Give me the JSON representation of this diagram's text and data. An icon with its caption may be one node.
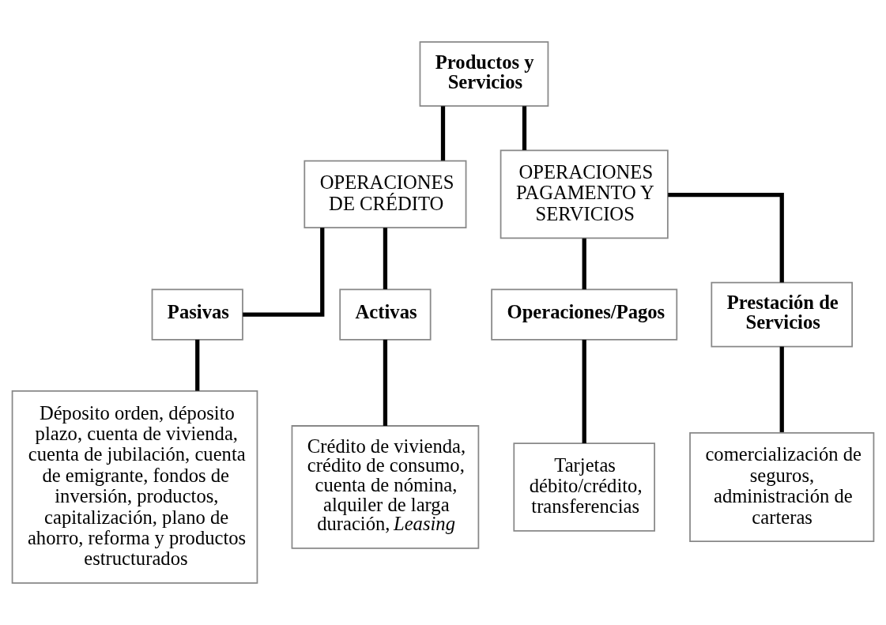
{
  "diagram": {
    "nodes": [
      {
        "text": [
          "Productos y Servicios"
        ]
      },
      {
        "text": [
          "OPERACIONES DE CRÉDITO"
        ]
      },
      {
        "text": [
          "OPERACIONES PAGAMENTO Y SERVICIOS"
        ]
      },
      {
        "text": [
          "Pasivas"
        ]
      },
      {
        "text": [
          "Activas"
        ]
      },
      {
        "text": [
          "Operaciones/Pagos"
        ]
      },
      {
        "text": [
          "Prestación de Servicios"
        ]
      },
      {
        "text": [
          "Déposito orden, déposito plazo, cuenta de vivienda, cuenta de jubilación, cuenta de emigrante, fondos de inversión, productos, capitalización, plano de ahorro, reforma y productos estructurados"
        ]
      },
      {
        "text": [
          "Crédito de vivienda, crédito de consumo, cuenta de nómina, alquiler de larga duración, *Leasing*"
        ]
      },
      {
        "text": [
          "Tarjetas débito/crédito, transferencias"
        ]
      },
      {
        "text": [
          "comercialización de seguros, administración de carteras"
        ]
      }
    ],
    "edges": [
      {
        "from": 0,
        "to": 1,
        "arrow": "none"
      },
      {
        "from": 0,
        "to": 2,
        "arrow": "none"
      },
      {
        "from": 1,
        "to": 3,
        "arrow": "none"
      },
      {
        "from": 1,
        "to": 4,
        "arrow": "none"
      },
      {
        "from": 2,
        "to": 5,
        "arrow": "none"
      },
      {
        "from": 2,
        "to": 6,
        "arrow": "none"
      },
      {
        "from": 3,
        "to": 7,
        "arrow": "none"
      },
      {
        "from": 4,
        "to": 8,
        "arrow": "none"
      },
      {
        "from": 5,
        "to": 9,
        "arrow": "none"
      },
      {
        "from": 6,
        "to": 10,
        "arrow": "none"
      }
    ]
  }
}
